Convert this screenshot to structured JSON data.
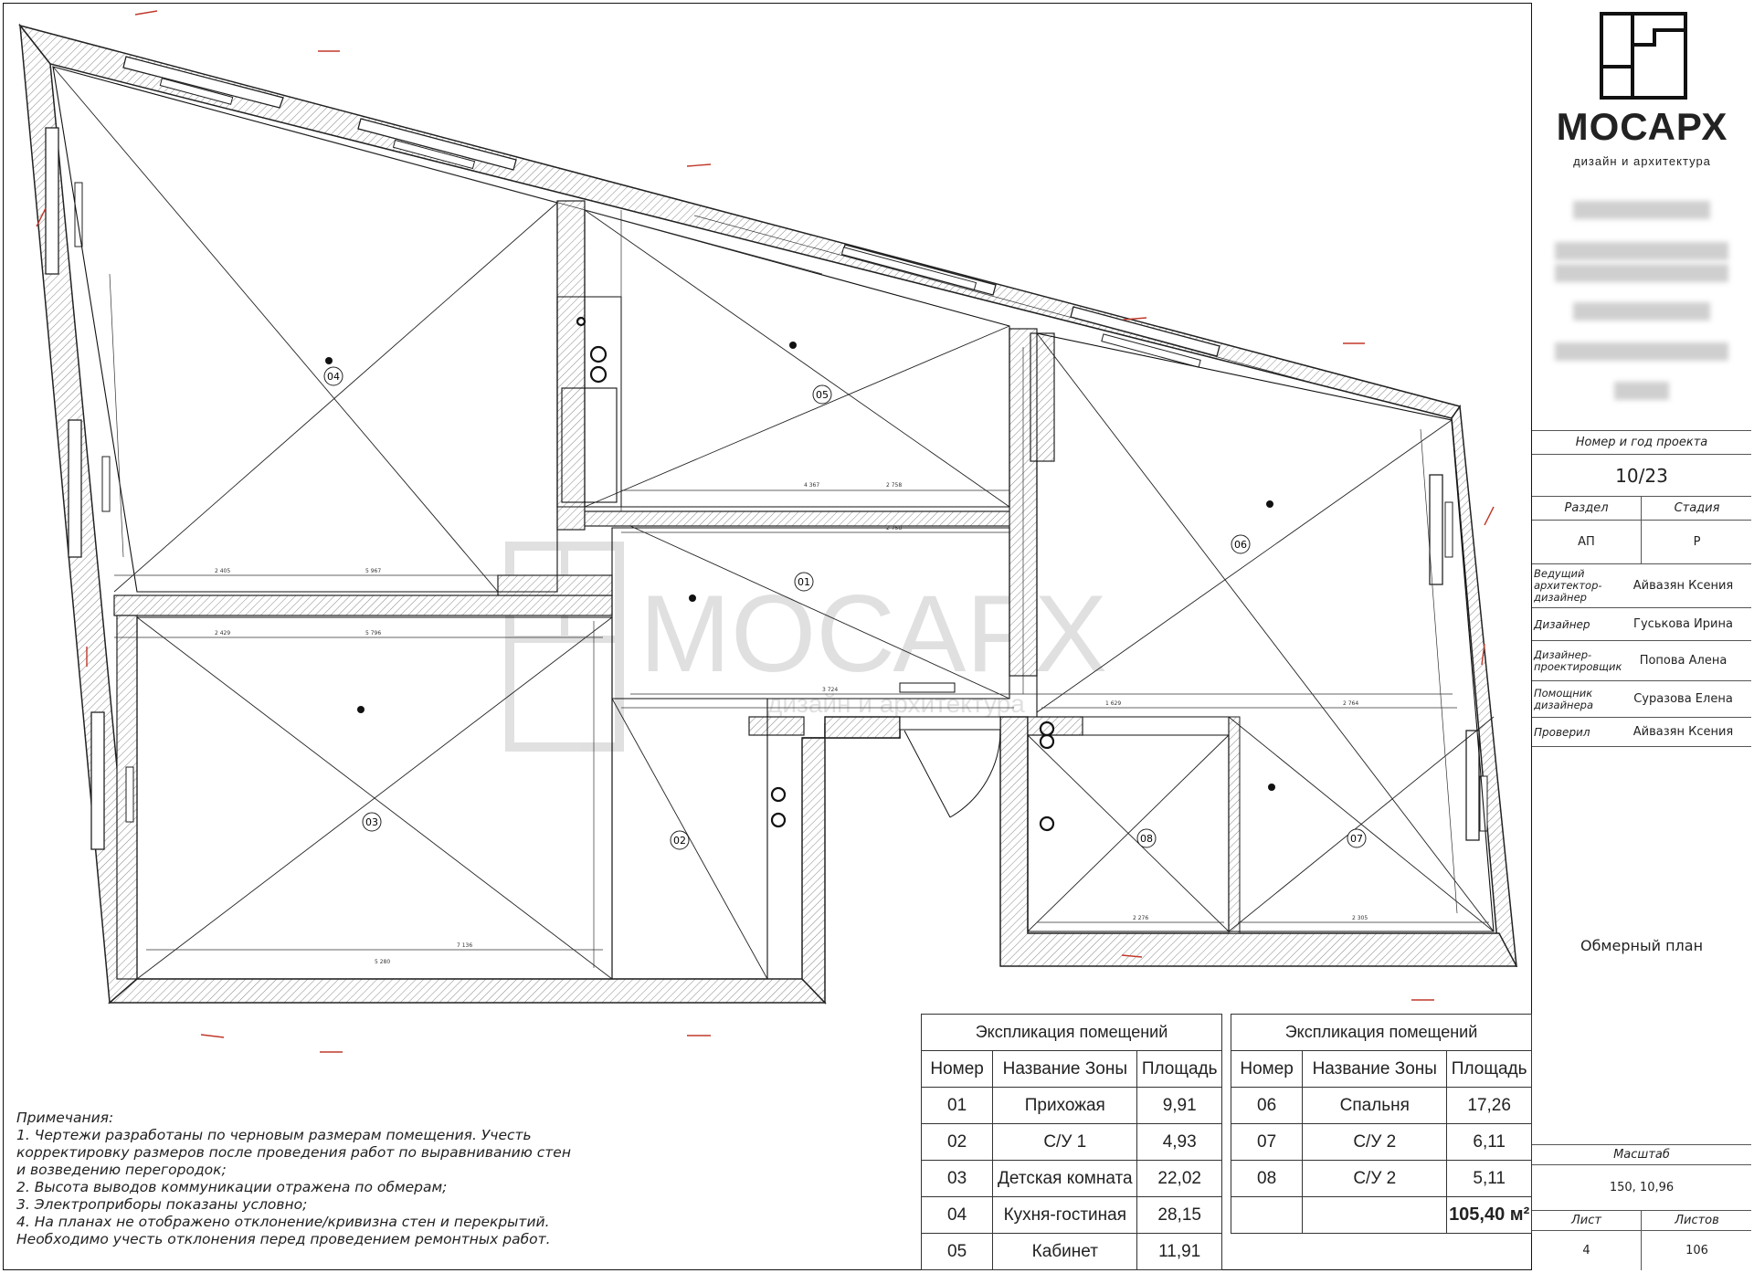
{
  "title_block": {
    "brand": "МОСАРХ",
    "tagline": "дизайн и архитектура",
    "project_no_label": "Номер и год проекта",
    "project_no": "10/23",
    "section_label": "Раздел",
    "stage_label": "Стадия",
    "section": "АП",
    "stage": "Р",
    "staff": [
      {
        "role": "Ведущий архитектор-дизайнер",
        "name": "Айвазян Ксения"
      },
      {
        "role": "Дизайнер",
        "name": "Гуськова Ирина"
      },
      {
        "role": "Дизайнер-проектировщик",
        "name": "Попова Алена"
      },
      {
        "role": "Помощник дизайнера",
        "name": "Суразова Елена"
      },
      {
        "role": "Проверил",
        "name": "Айвазян Ксения"
      }
    ],
    "drawing_title": "Обмерный план",
    "scale_label": "Масштаб",
    "scale": "150, 10,96",
    "sheet_label": "Лист",
    "sheets_label": "Листов",
    "sheet": "4",
    "sheets": "106"
  },
  "watermark": {
    "brand": "МОСАРХ",
    "tagline": "дизайн и архитектура"
  },
  "rooms": [
    {
      "num": "01"
    },
    {
      "num": "02"
    },
    {
      "num": "03"
    },
    {
      "num": "04"
    },
    {
      "num": "05"
    },
    {
      "num": "06"
    },
    {
      "num": "07"
    },
    {
      "num": "08"
    }
  ],
  "explication_left": {
    "caption": "Экспликация помещений",
    "headers": [
      "Номер",
      "Название Зоны",
      "Площадь"
    ],
    "rows": [
      [
        "01",
        "Прихожая",
        "9,91"
      ],
      [
        "02",
        "С/У 1",
        "4,93"
      ],
      [
        "03",
        "Детская комната",
        "22,02"
      ],
      [
        "04",
        "Кухня-гостиная",
        "28,15"
      ],
      [
        "05",
        "Кабинет",
        "11,91"
      ]
    ]
  },
  "explication_right": {
    "caption": "Экспликация помещений",
    "headers": [
      "Номер",
      "Название Зоны",
      "Площадь"
    ],
    "rows": [
      [
        "06",
        "Спальня",
        "17,26"
      ],
      [
        "07",
        "С/У 2",
        "6,11"
      ],
      [
        "08",
        "С/У 2",
        "5,11"
      ]
    ],
    "total": "105,40 м²"
  },
  "notes": {
    "title": "Примечания:",
    "lines": [
      "1. Чертежи разработаны по черновым размерам помещения. Учесть",
      "корректировку размеров после проведения работ по выравниванию стен",
      "и возведению перегородок;",
      "2. Высота выводов коммуникации отражена по обмерам;",
      "3. Электроприборы показаны условно;",
      "4. На планах не отображено отклонение/кривизна стен и перекрытий.",
      "Необходимо учесть отклонения перед проведением ремонтных работ."
    ]
  }
}
